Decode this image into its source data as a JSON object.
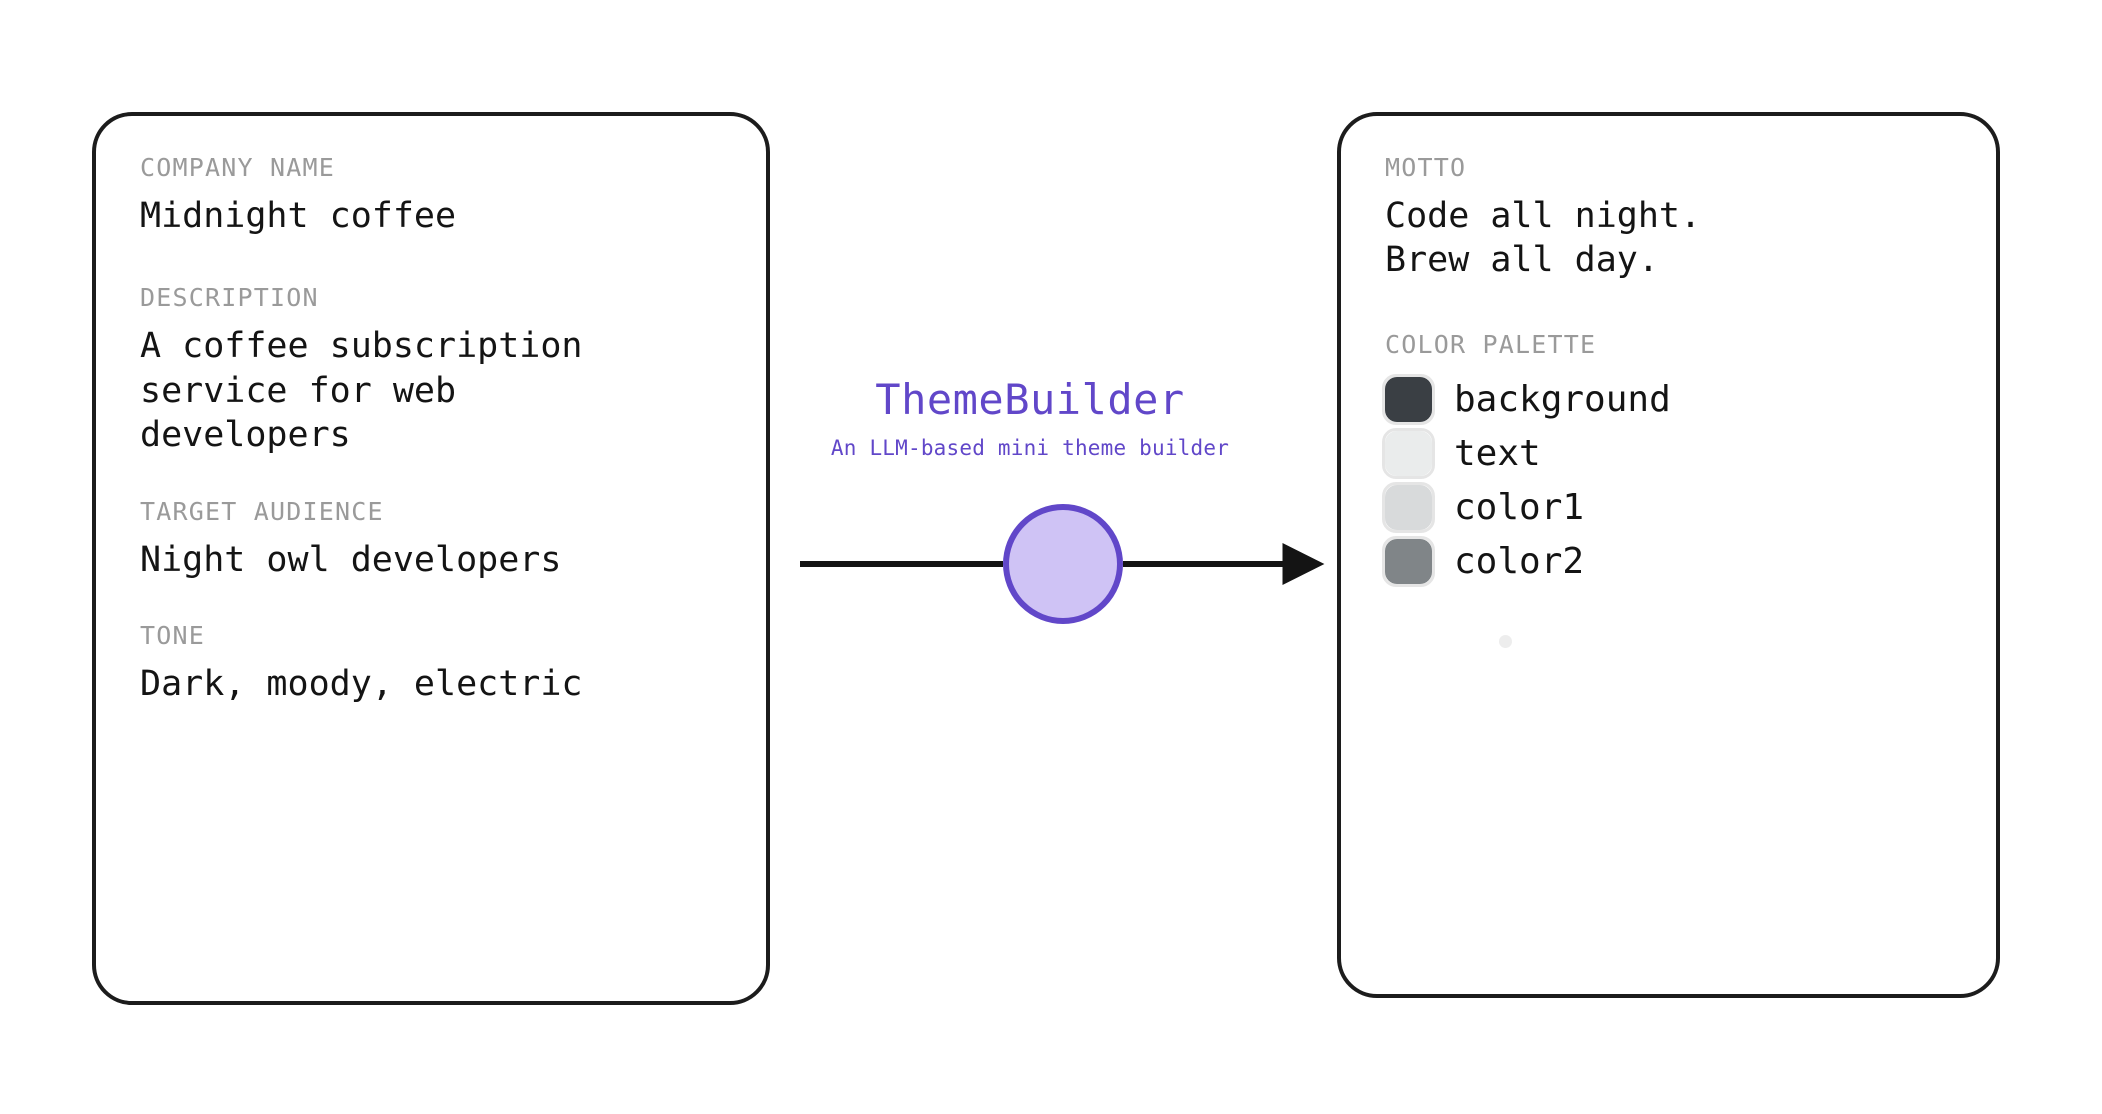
{
  "app": {
    "brand_title": "ThemeBuilder",
    "brand_subtitle": "An LLM-based mini theme builder",
    "brand_color": "#6147c9",
    "node_fill": "#cfc3f5",
    "node_stroke": "#6147c9",
    "arrow_color": "#141414",
    "panel_stroke": "#1c1c1c",
    "label_color": "#9a9a9a",
    "value_color": "#141414"
  },
  "input_panel": {
    "fields": [
      {
        "label": "COMPANY NAME",
        "value": "Midnight coffee"
      },
      {
        "label": "DESCRIPTION",
        "value": "A coffee subscription\nservice for web\ndevelopers"
      },
      {
        "label": "TARGET AUDIENCE",
        "value": "Night owl developers"
      },
      {
        "label": "TONE",
        "value": "Dark, moody, electric"
      }
    ]
  },
  "output_panel": {
    "motto": {
      "label": "MOTTO",
      "value": "Code all night.\nBrew all day."
    },
    "palette": {
      "label": "COLOR PALETTE",
      "swatches": [
        {
          "name": "background",
          "hex": "#3a3f44"
        },
        {
          "name": "text",
          "hex": "#eaecec"
        },
        {
          "name": "color1",
          "hex": "#d8dadb"
        },
        {
          "name": "color2",
          "hex": "#808588"
        }
      ],
      "loading_dot_color": "#ededed"
    }
  }
}
